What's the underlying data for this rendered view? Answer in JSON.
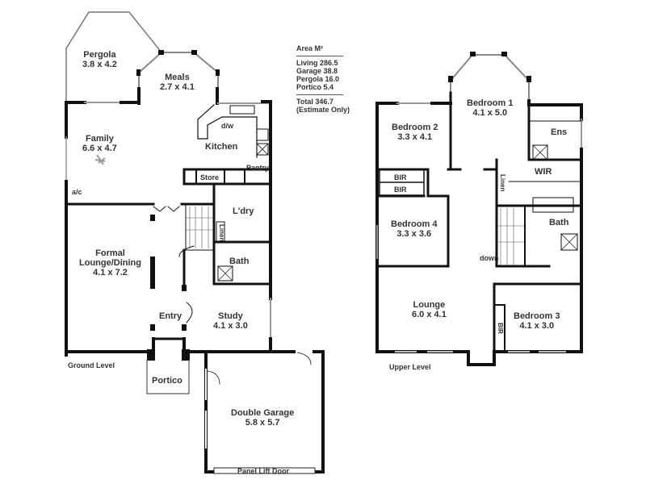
{
  "area_summary": {
    "title": "Area M²",
    "rows": [
      {
        "label": "Living",
        "value": "286.5"
      },
      {
        "label": "Garage",
        "value": "38.8"
      },
      {
        "label": "Pergola",
        "value": "16.0"
      },
      {
        "label": "Portico",
        "value": "5.4"
      }
    ],
    "total_text": "Total 346.7",
    "note": "(Estimate Only)"
  },
  "ground_level": {
    "title": "Ground Level",
    "rooms": {
      "pergola": {
        "name": "Pergola",
        "dims": "3.8 x 4.2"
      },
      "meals": {
        "name": "Meals",
        "dims": "2.7 x 4.1"
      },
      "family": {
        "name": "Family",
        "dims": "6.6 x 4.7"
      },
      "kitchen": {
        "name": "Kitchen"
      },
      "dw": {
        "name": "d/w"
      },
      "pantry": {
        "name": "Pantry"
      },
      "store": {
        "name": "Store"
      },
      "ac": {
        "name": "a/c"
      },
      "laundry": {
        "name": "L'dry"
      },
      "linen": {
        "name": "Linen"
      },
      "bath": {
        "name": "Bath"
      },
      "formal": {
        "name": "Formal",
        "name2": "Lounge/Dining",
        "dims": "4.1 x 7.2"
      },
      "entry": {
        "name": "Entry"
      },
      "study": {
        "name": "Study",
        "dims": "4.1 x 3.0"
      },
      "portico": {
        "name": "Portico"
      },
      "garage": {
        "name": "Double Garage",
        "dims": "5.8 x 5.7"
      },
      "panel_door": {
        "name": "Panel Lift Door"
      }
    }
  },
  "upper_level": {
    "title": "Upper Level",
    "rooms": {
      "bed1": {
        "name": "Bedroom 1",
        "dims": "4.1 x 5.0"
      },
      "bed2": {
        "name": "Bedroom 2",
        "dims": "3.3 x 4.1"
      },
      "ens": {
        "name": "Ens"
      },
      "wir": {
        "name": "WIR"
      },
      "bir1": {
        "name": "BIR"
      },
      "bir2": {
        "name": "BIR"
      },
      "linen": {
        "name": "Linen"
      },
      "bed4": {
        "name": "Bedroom 4",
        "dims": "3.3 x 3.6"
      },
      "bath": {
        "name": "Bath"
      },
      "down": {
        "name": "down"
      },
      "lounge": {
        "name": "Lounge",
        "dims": "6.0 x 4.1"
      },
      "bed3": {
        "name": "Bedroom 3",
        "dims": "4.1 x 3.0"
      },
      "bir3": {
        "name": "BIR"
      }
    }
  }
}
